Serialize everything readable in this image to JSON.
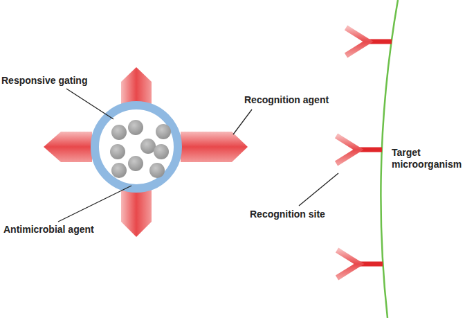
{
  "diagram": {
    "labels": [
      "Responsive gating",
      "Recognition agent",
      "Target microorganism",
      "Recognition site",
      "Antimicrobial agent"
    ]
  }
}
